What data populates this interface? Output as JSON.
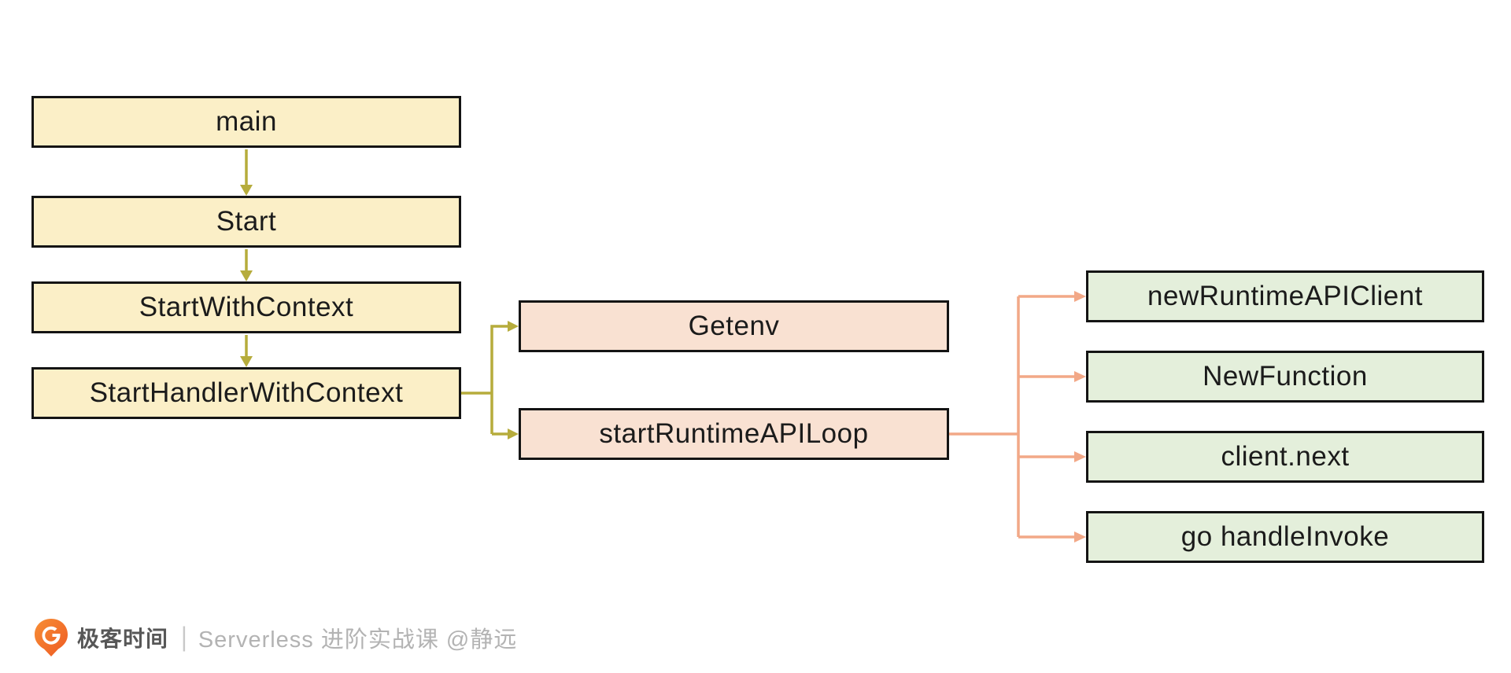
{
  "diagram": {
    "type": "flowchart",
    "nodes": {
      "main": {
        "label": "main",
        "level": 1
      },
      "start": {
        "label": "Start",
        "level": 1
      },
      "start_with_context": {
        "label": "StartWithContext",
        "level": 1
      },
      "start_handler_with_context": {
        "label": "StartHandlerWithContext",
        "level": 1
      },
      "getenv": {
        "label": "Getenv",
        "level": 2
      },
      "start_runtime_api_loop": {
        "label": "startRuntimeAPILoop",
        "level": 2
      },
      "new_runtime_api_client": {
        "label": "newRuntimeAPIClient",
        "level": 3
      },
      "new_function": {
        "label": "NewFunction",
        "level": 3
      },
      "client_next": {
        "label": "client.next",
        "level": 3
      },
      "go_handle_invoke": {
        "label": "go handleInvoke",
        "level": 3
      }
    },
    "edges": [
      {
        "from": "main",
        "to": "Start"
      },
      {
        "from": "Start",
        "to": "StartWithContext"
      },
      {
        "from": "StartWithContext",
        "to": "StartHandlerWithContext"
      },
      {
        "from": "StartHandlerWithContext",
        "to": "Getenv"
      },
      {
        "from": "StartHandlerWithContext",
        "to": "startRuntimeAPILoop"
      },
      {
        "from": "startRuntimeAPILoop",
        "to": "newRuntimeAPIClient"
      },
      {
        "from": "startRuntimeAPILoop",
        "to": "NewFunction"
      },
      {
        "from": "startRuntimeAPILoop",
        "to": "client.next"
      },
      {
        "from": "startRuntimeAPILoop",
        "to": "go handleInvoke"
      }
    ],
    "colors": {
      "level1_fill": "#fbefc7",
      "level2_fill": "#f9e1d2",
      "level3_fill": "#e4efdb",
      "level1_arrow": "#b6ac3c",
      "level2_arrow": "#f2a887",
      "node_border": "#141414",
      "node_text": "#1b1b1b",
      "background": "#ffffff"
    }
  },
  "footer": {
    "brand": "极客时间",
    "divider": "|",
    "course": "Serverless 进阶实战课 @静远",
    "logo_color": "#f26f28"
  }
}
